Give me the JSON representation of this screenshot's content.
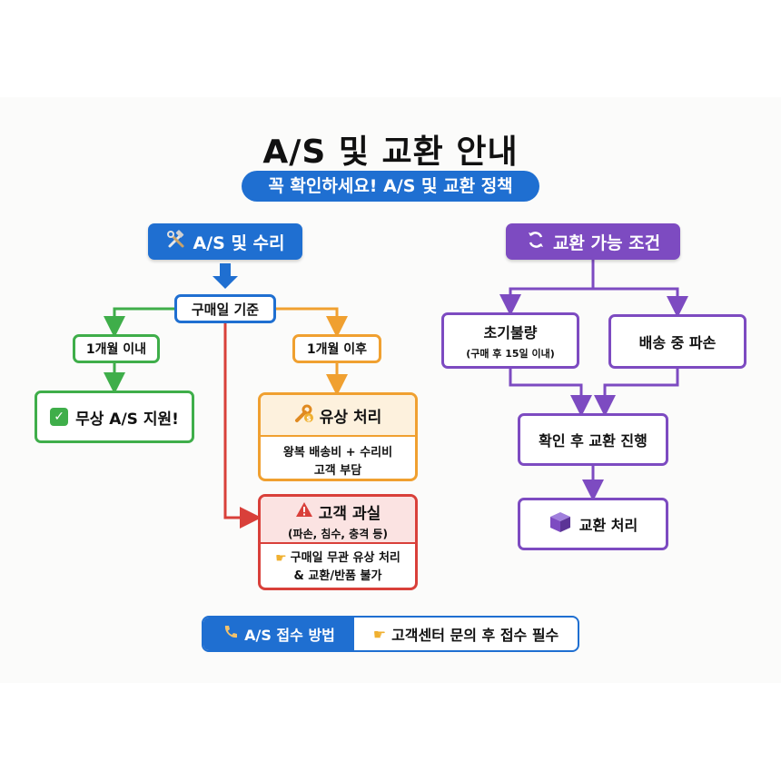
{
  "title": "A/S 및 교환 안내",
  "subtitle": "꼭 확인하세요! A/S 및 교환 정책",
  "as_section": {
    "header": "A/S 및 수리",
    "header_icon": "tools-icon",
    "base": "구매일 기준",
    "within": "1개월 이내",
    "free_support": "무상 A/S 지원!",
    "after": "1개월 이후",
    "paid": {
      "title": "유상 처리",
      "desc_line1": "왕복 배송비 + 수리비",
      "desc_line2": "고객 부담"
    },
    "fault": {
      "title": "고객 과실",
      "examples": "(파손, 침수, 충격 등)",
      "desc_line1": "구매일 무관 유상 처리",
      "desc_line2": "& 교환/반품 불가"
    }
  },
  "exchange_section": {
    "header": "교환 가능 조건",
    "header_icon": "refresh-icon",
    "early_defect": "초기불량",
    "early_defect_note": "(구매 후 15일 이내)",
    "shipping_damage": "배송 중 파손",
    "confirm": "확인 후 교환 진행",
    "process": "교환 처리"
  },
  "footer": {
    "label": "A/S 접수 방법",
    "text": "고객센터 문의 후 접수 필수"
  },
  "colors": {
    "blue": "#1f6fd1",
    "purple": "#7d4bc1",
    "green": "#3fae4a",
    "orange": "#f0a030",
    "red": "#d9403a"
  }
}
